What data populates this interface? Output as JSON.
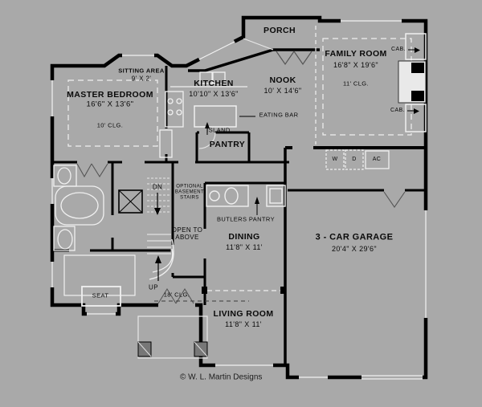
{
  "plan": {
    "copyright": "© W. L. Martin Designs",
    "rooms": {
      "porch": {
        "name": "PORCH"
      },
      "sitting_area": {
        "name": "SITTING AREA",
        "dims": "9' X 2'"
      },
      "master_bedroom": {
        "name": "MASTER BEDROOM",
        "dims": "16'6\" X 13'6\"",
        "ceiling": "10' CLG."
      },
      "kitchen": {
        "name": "KITCHEN",
        "dims": "10'10\" X 13'6\""
      },
      "nook": {
        "name": "NOOK",
        "dims": "10' X 14'6\""
      },
      "family_room": {
        "name": "FAMILY ROOM",
        "dims": "16'8\" X 19'6\"",
        "ceiling": "11' CLG."
      },
      "pantry": {
        "name": "PANTRY"
      },
      "butlers_pantry": {
        "name": "BUTLERS PANTRY"
      },
      "dining": {
        "name": "DINING",
        "dims": "11'8\" X 11'"
      },
      "living_room": {
        "name": "LIVING ROOM",
        "dims": "11'8\" X 11'"
      },
      "garage": {
        "name": "3 - CAR GARAGE",
        "dims": "20'4\" X 29'6\""
      }
    },
    "annotations": {
      "island": "ISLAND",
      "eating_bar": "EATING BAR",
      "cab": "CAB.",
      "dn": "DN",
      "up": "UP",
      "optional_basement_stairs": "OPTIONAL BASEMENT STAIRS",
      "open_to_above": "OPEN TO ABOVE",
      "entry_ceiling": "18' CLG.",
      "seat": "SEAT",
      "washer": "W",
      "dryer": "D",
      "ac": "AC"
    }
  }
}
